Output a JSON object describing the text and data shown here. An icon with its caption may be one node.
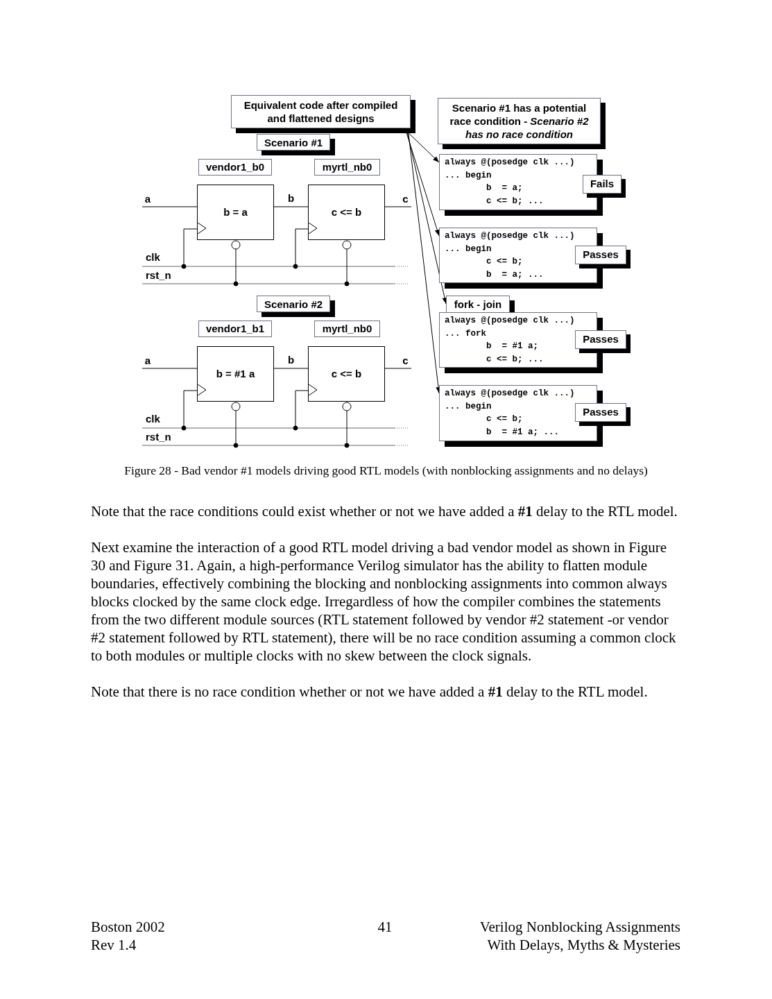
{
  "diagram": {
    "caption": "Figure 28 - Bad vendor #1 models driving good RTL models (with nonblocking assignments and no delays)",
    "nodes": [
      {
        "text": [
          "Equivalent code after compiled and flattened designs"
        ]
      },
      {
        "text": [
          "Scenario #1 has a potential race condition - *Scenario #2 has no race condition*"
        ]
      },
      {
        "text": [
          "Scenario #1"
        ]
      },
      {
        "text": [
          "vendor1_b0"
        ]
      },
      {
        "text": [
          "myrtl_nb0"
        ]
      },
      {
        "text": [
          "b = a"
        ]
      },
      {
        "text": [
          "c <= b"
        ]
      },
      {
        "text": [
          "always @(posedge clk ...)",
          "... begin",
          "b  = a;",
          "c <= b; ..."
        ]
      },
      {
        "text": [
          "Fails"
        ]
      },
      {
        "text": [
          "always @(posedge clk ...)",
          "... begin",
          "c <= b;",
          "b  = a; ..."
        ]
      },
      {
        "text": [
          "Passes"
        ]
      },
      {
        "text": [
          "Scenario #2"
        ]
      },
      {
        "text": [
          "vendor1_b1"
        ]
      },
      {
        "text": [
          "myrtl_nb0"
        ]
      },
      {
        "text": [
          "b = #1 a"
        ]
      },
      {
        "text": [
          "c <= b"
        ]
      },
      {
        "text": [
          "fork - join"
        ]
      },
      {
        "text": [
          "always @(posedge clk ...)",
          "... fork",
          "b  = #1 a;",
          "c <= b; ..."
        ]
      },
      {
        "text": [
          "Passes"
        ]
      },
      {
        "text": [
          "always @(posedge clk ...)",
          "... begin",
          "c <= b;",
          "b  = #1 a; ..."
        ]
      },
      {
        "text": [
          "Passes"
        ]
      },
      {
        "text": [
          "a"
        ]
      },
      {
        "text": [
          "c"
        ]
      },
      {
        "text": [
          "a"
        ]
      },
      {
        "text": [
          "c"
        ]
      }
    ],
    "edges": [
      {
        "from": 0,
        "to": 7,
        "arrow": "to"
      },
      {
        "from": 0,
        "to": 9,
        "arrow": "to"
      },
      {
        "from": 0,
        "to": 16,
        "arrow": "to"
      },
      {
        "from": 0,
        "to": 19,
        "arrow": "to"
      },
      {
        "from": 21,
        "to": 5,
        "arrow": "none"
      },
      {
        "from": 5,
        "to": 6,
        "arrow": "none"
      },
      {
        "from": 6,
        "to": 22,
        "arrow": "none"
      },
      {
        "from": 23,
        "to": 14,
        "arrow": "none"
      },
      {
        "from": 14,
        "to": 15,
        "arrow": "none"
      },
      {
        "from": 15,
        "to": 24,
        "arrow": "none"
      }
    ],
    "labels": [
      "b",
      "clk",
      "rst_n",
      "b",
      "clk",
      "rst_n",
      "Note that the race conditions could exist whether or not we have added a **#1** delay to the RTL model.",
      "Next examine the interaction of a good RTL model driving a bad vendor model as shown in Figure 30 and Figure 31. Again, a high-performance Verilog simulator has the ability to flatten module boundaries, effectively combining the blocking and nonblocking assignments into common always blocks clocked by the same clock edge. Irregardless of how the compiler combines the statements from the two different module sources (RTL statement followed by vendor #2 statement -or vendor #2 statement followed by RTL statement), there will be no race condition assuming a common clock to both modules or multiple clocks with no skew between the clock signals.",
      "Note that there is no race condition whether or not we have added a **#1** delay to the RTL model.",
      "Boston 2002",
      "Rev 1.4",
      "41",
      "Verilog Nonblocking Assignments",
      "With Delays, Myths & Mysteries"
    ]
  }
}
